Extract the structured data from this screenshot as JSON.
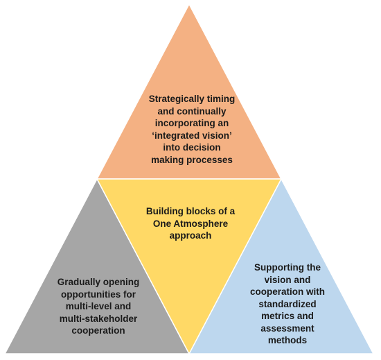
{
  "diagram": {
    "segments": [
      {
        "id": "top",
        "text": "Strategically timing\nand continually\nincorporating an\n‘integrated vision’\ninto decision\nmaking processes",
        "color": "#F4B183"
      },
      {
        "id": "center",
        "text": "Building blocks of a\nOne Atmosphere\napproach",
        "color": "#FFD966"
      },
      {
        "id": "left",
        "text": "Gradually opening\nopportunities for\nmulti-level and\nmulti-stakeholder\ncooperation",
        "color": "#A6A6A6"
      },
      {
        "id": "right",
        "text": "Supporting the\nvision and\ncooperation with\nstandardized\nmetrics and\nassessment\nmethods",
        "color": "#BDD7EE"
      }
    ],
    "stroke_color": "#FFFFFF"
  }
}
